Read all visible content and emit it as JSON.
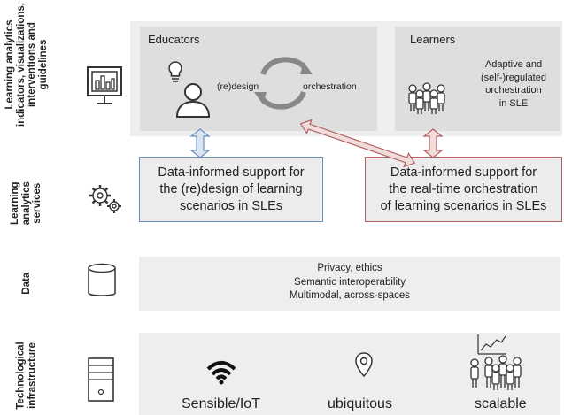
{
  "rows": {
    "indicators": [
      "Learning analytics",
      "indicators, visualizations,",
      "interventions and",
      "guidelines"
    ],
    "services": [
      "Learning",
      "analytics",
      "services"
    ],
    "data": [
      "Data"
    ],
    "infrastructure": [
      "Technological",
      "infrastructure"
    ]
  },
  "educators": {
    "title": "Educators",
    "redesign": "(re)design",
    "orchestration": "orchestration"
  },
  "learners": {
    "title": "Learners",
    "description": [
      "Adaptive and",
      "(self-)regulated",
      "orchestration",
      "in SLE"
    ]
  },
  "support": {
    "design": [
      "Data-informed support for",
      "the (re)design of learning",
      "scenarios in SLEs"
    ],
    "realtime": [
      "Data-informed support for",
      "the real-time orchestration",
      "of learning scenarios in SLEs"
    ]
  },
  "data_layer": {
    "lines": [
      "Privacy, ethics",
      "Semantic interoperability",
      "Multimodal, across-spaces"
    ]
  },
  "infrastructure": {
    "items": [
      "Sensible/IoT",
      "ubiquitous",
      "scalable"
    ]
  },
  "colors": {
    "band": "#eeeeee",
    "box": "#dedede",
    "blue_border": "#6a8fc0",
    "red_border": "#b06060",
    "blue_arrow": "#9fb8d8",
    "red_arrow": "#d9aaaa"
  }
}
